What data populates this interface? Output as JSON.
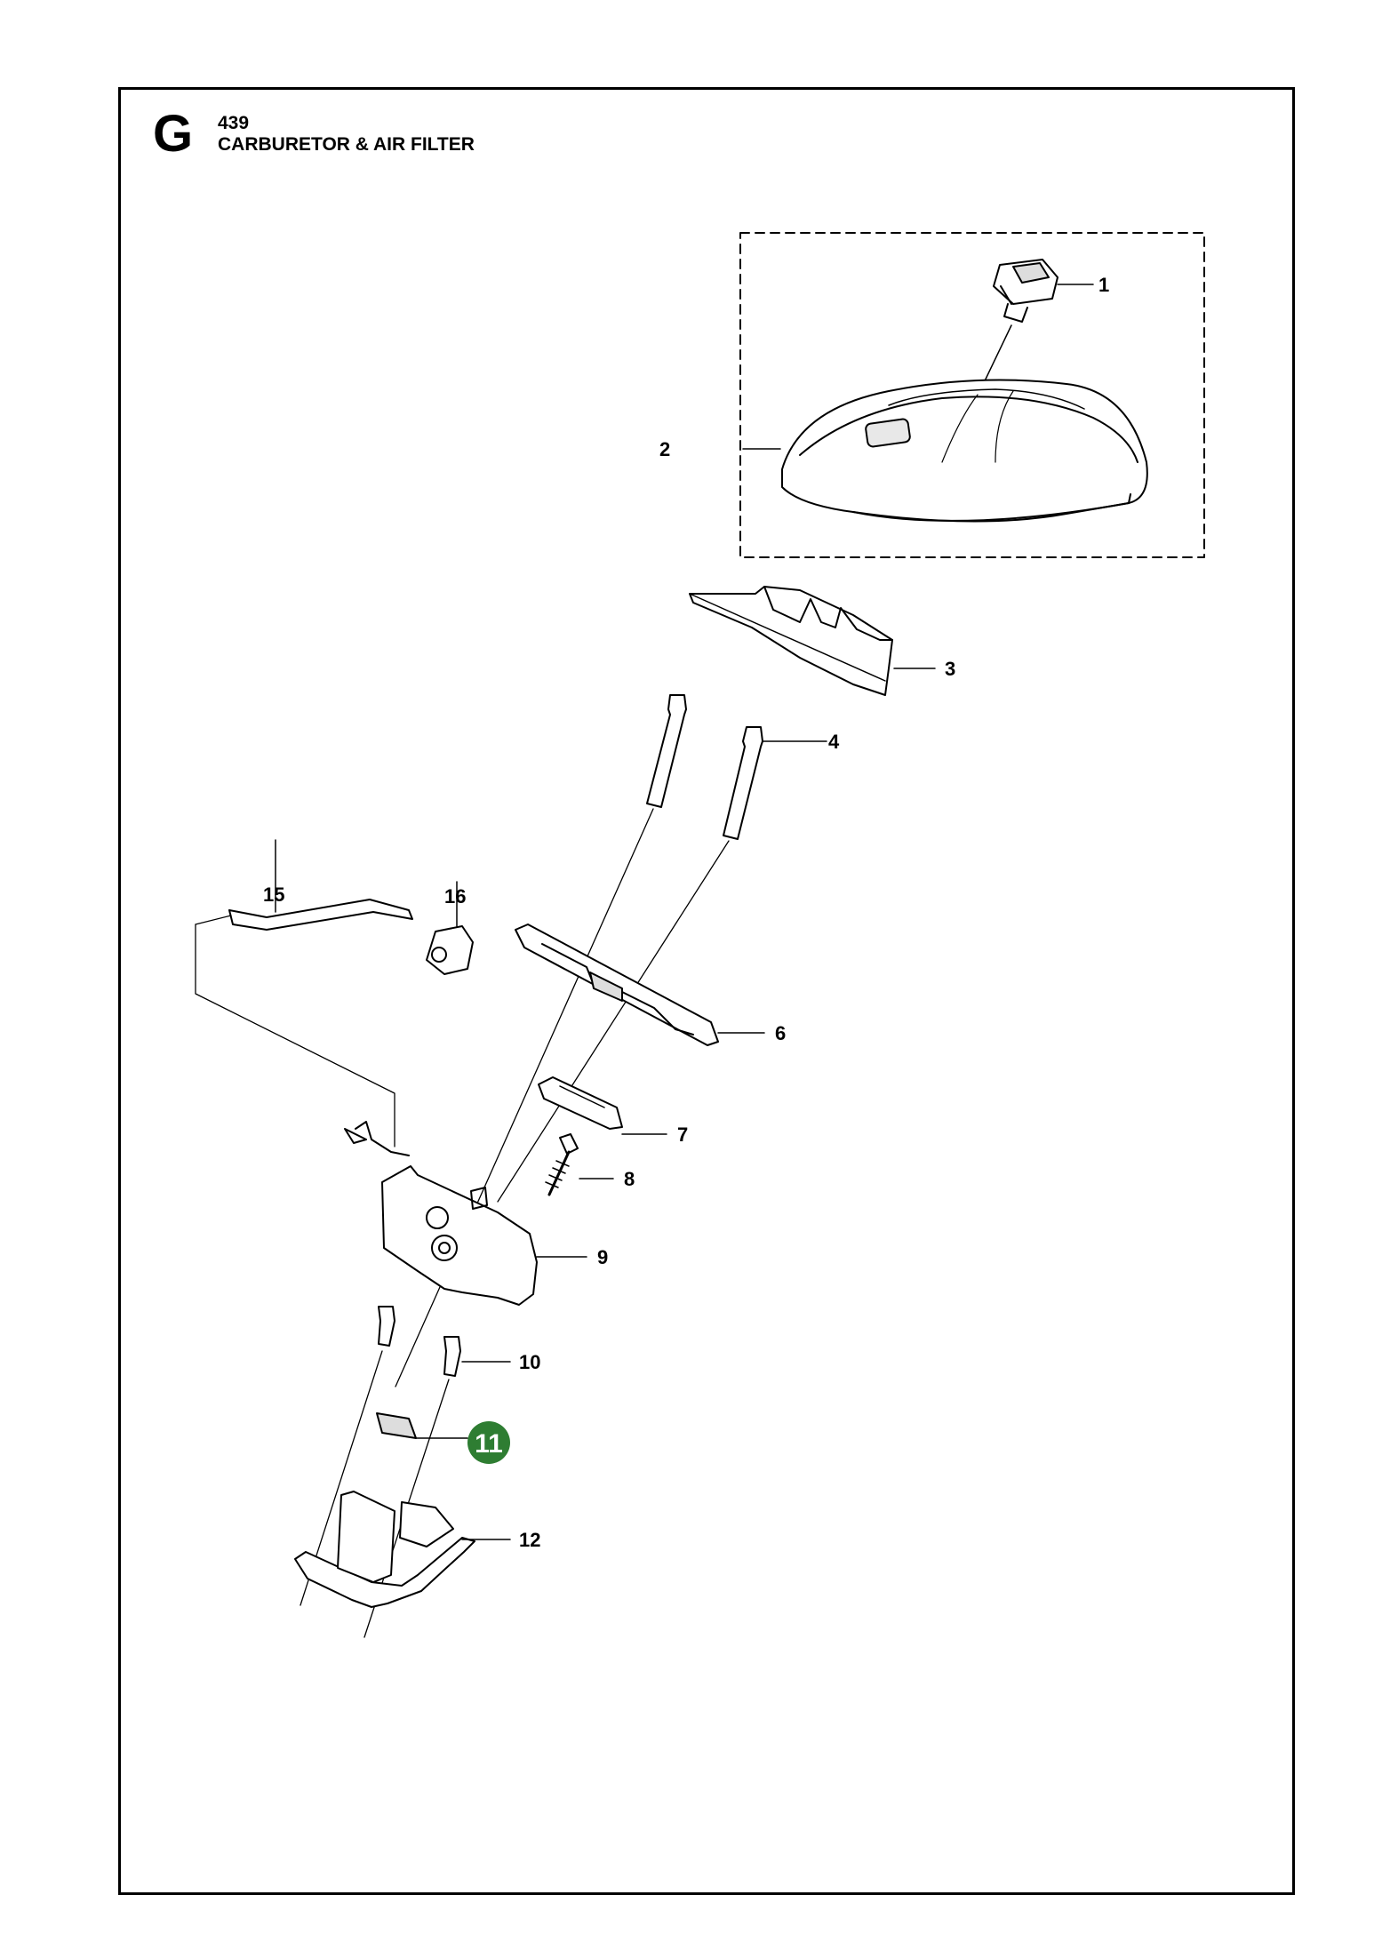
{
  "header": {
    "section_letter": "G",
    "model": "439",
    "title": "CARBURETOR & AIR FILTER"
  },
  "highlight_color": "#2e7d32",
  "callouts": {
    "c1": "1",
    "c2": "2",
    "c3": "3",
    "c4": "4",
    "c6": "6",
    "c7": "7",
    "c8": "8",
    "c9": "9",
    "c10": "10",
    "c11": "11",
    "c12": "12",
    "c15": "15",
    "c16": "16"
  }
}
